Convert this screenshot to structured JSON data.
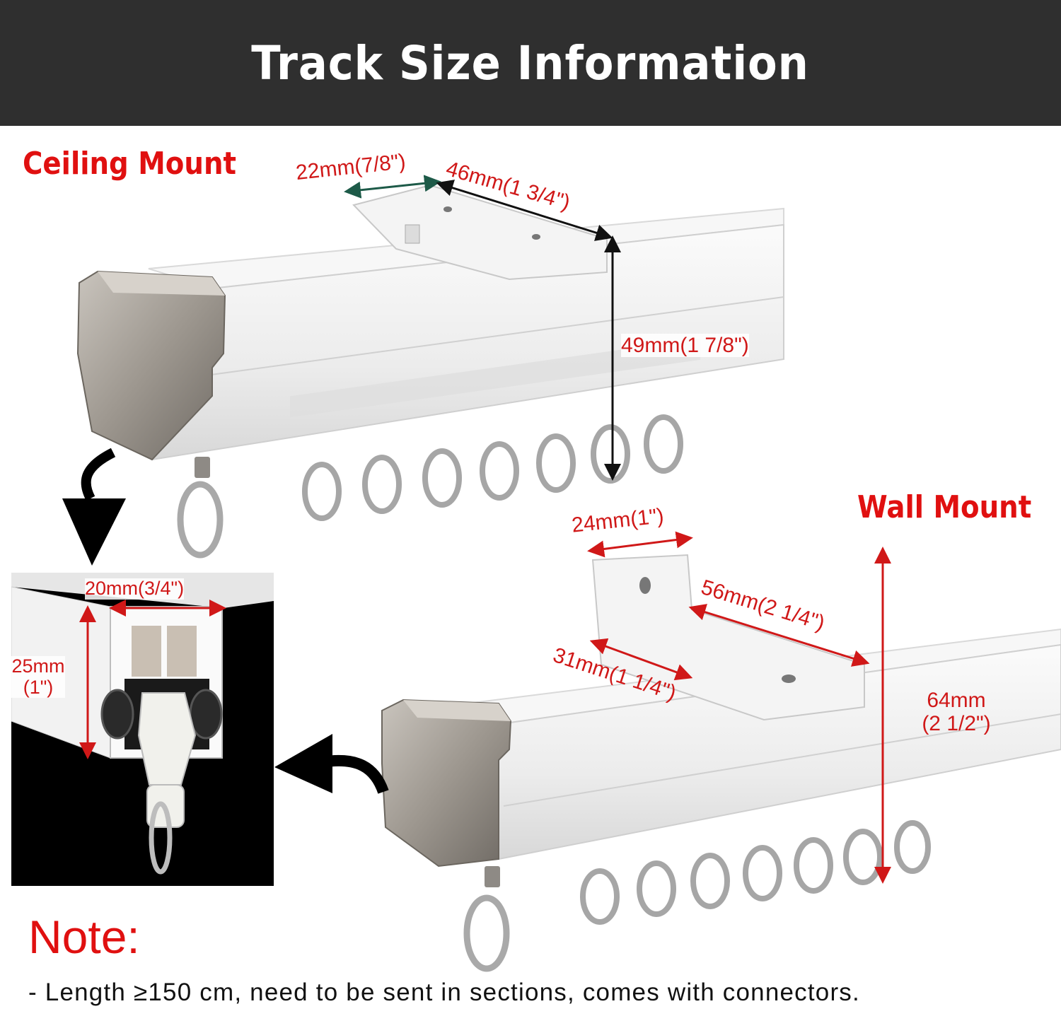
{
  "banner": {
    "title": "Track Size Information"
  },
  "ceiling": {
    "heading": "Ceiling Mount",
    "dim_width": "22mm(7/8\")",
    "dim_length": "46mm(1 3/4\")",
    "dim_height": "49mm(1 7/8\")"
  },
  "wall": {
    "heading": "Wall Mount",
    "dim_width": "24mm(1\")",
    "dim_length": "56mm(2 1/4\")",
    "dim_depth": "31mm(1 1/4\")",
    "dim_height_mm": "64mm",
    "dim_height_in": "(2 1/2\")"
  },
  "profile": {
    "dim_width": "20mm(3/4\")",
    "dim_height_mm": "25mm",
    "dim_height_in": "(1\")"
  },
  "note": {
    "title": "Note:",
    "text": "- Length ≥150 cm, need to be sent in sections, comes with connectors."
  },
  "colors": {
    "banner": "#2f2f2f",
    "accent_red": "#e01010",
    "track_white": "#f2f2f2",
    "end_cap": "#9a948c"
  }
}
